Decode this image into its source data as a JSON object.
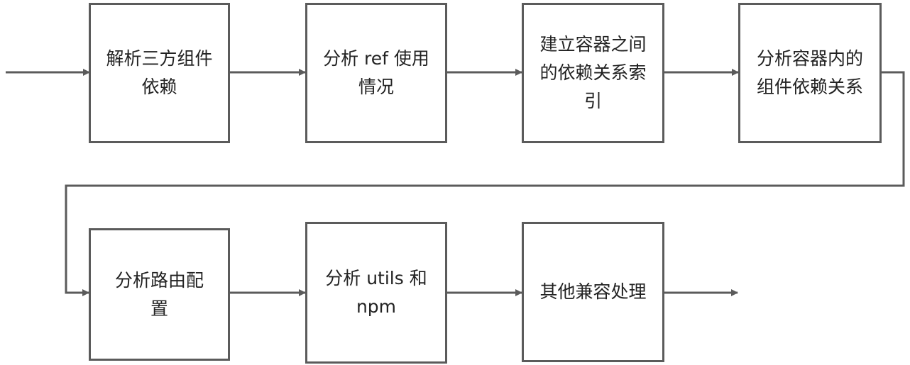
{
  "diagram": {
    "line_color": "#5b5b5b",
    "box_border_color": "#5b5b5b",
    "text_color": "#222222",
    "steps": [
      {
        "id": "s1",
        "label": "解析三方组件\n依赖"
      },
      {
        "id": "s2",
        "label": "分析 ref 使用\n情况"
      },
      {
        "id": "s3",
        "label": "建立容器之间\n的依赖关系索\n引"
      },
      {
        "id": "s4",
        "label": "分析容器内的\n组件依赖关系"
      },
      {
        "id": "s5",
        "label": "分析路由配\n置"
      },
      {
        "id": "s6",
        "label": "分析 utils 和\nnpm"
      },
      {
        "id": "s7",
        "label": "其他兼容处理"
      }
    ]
  }
}
